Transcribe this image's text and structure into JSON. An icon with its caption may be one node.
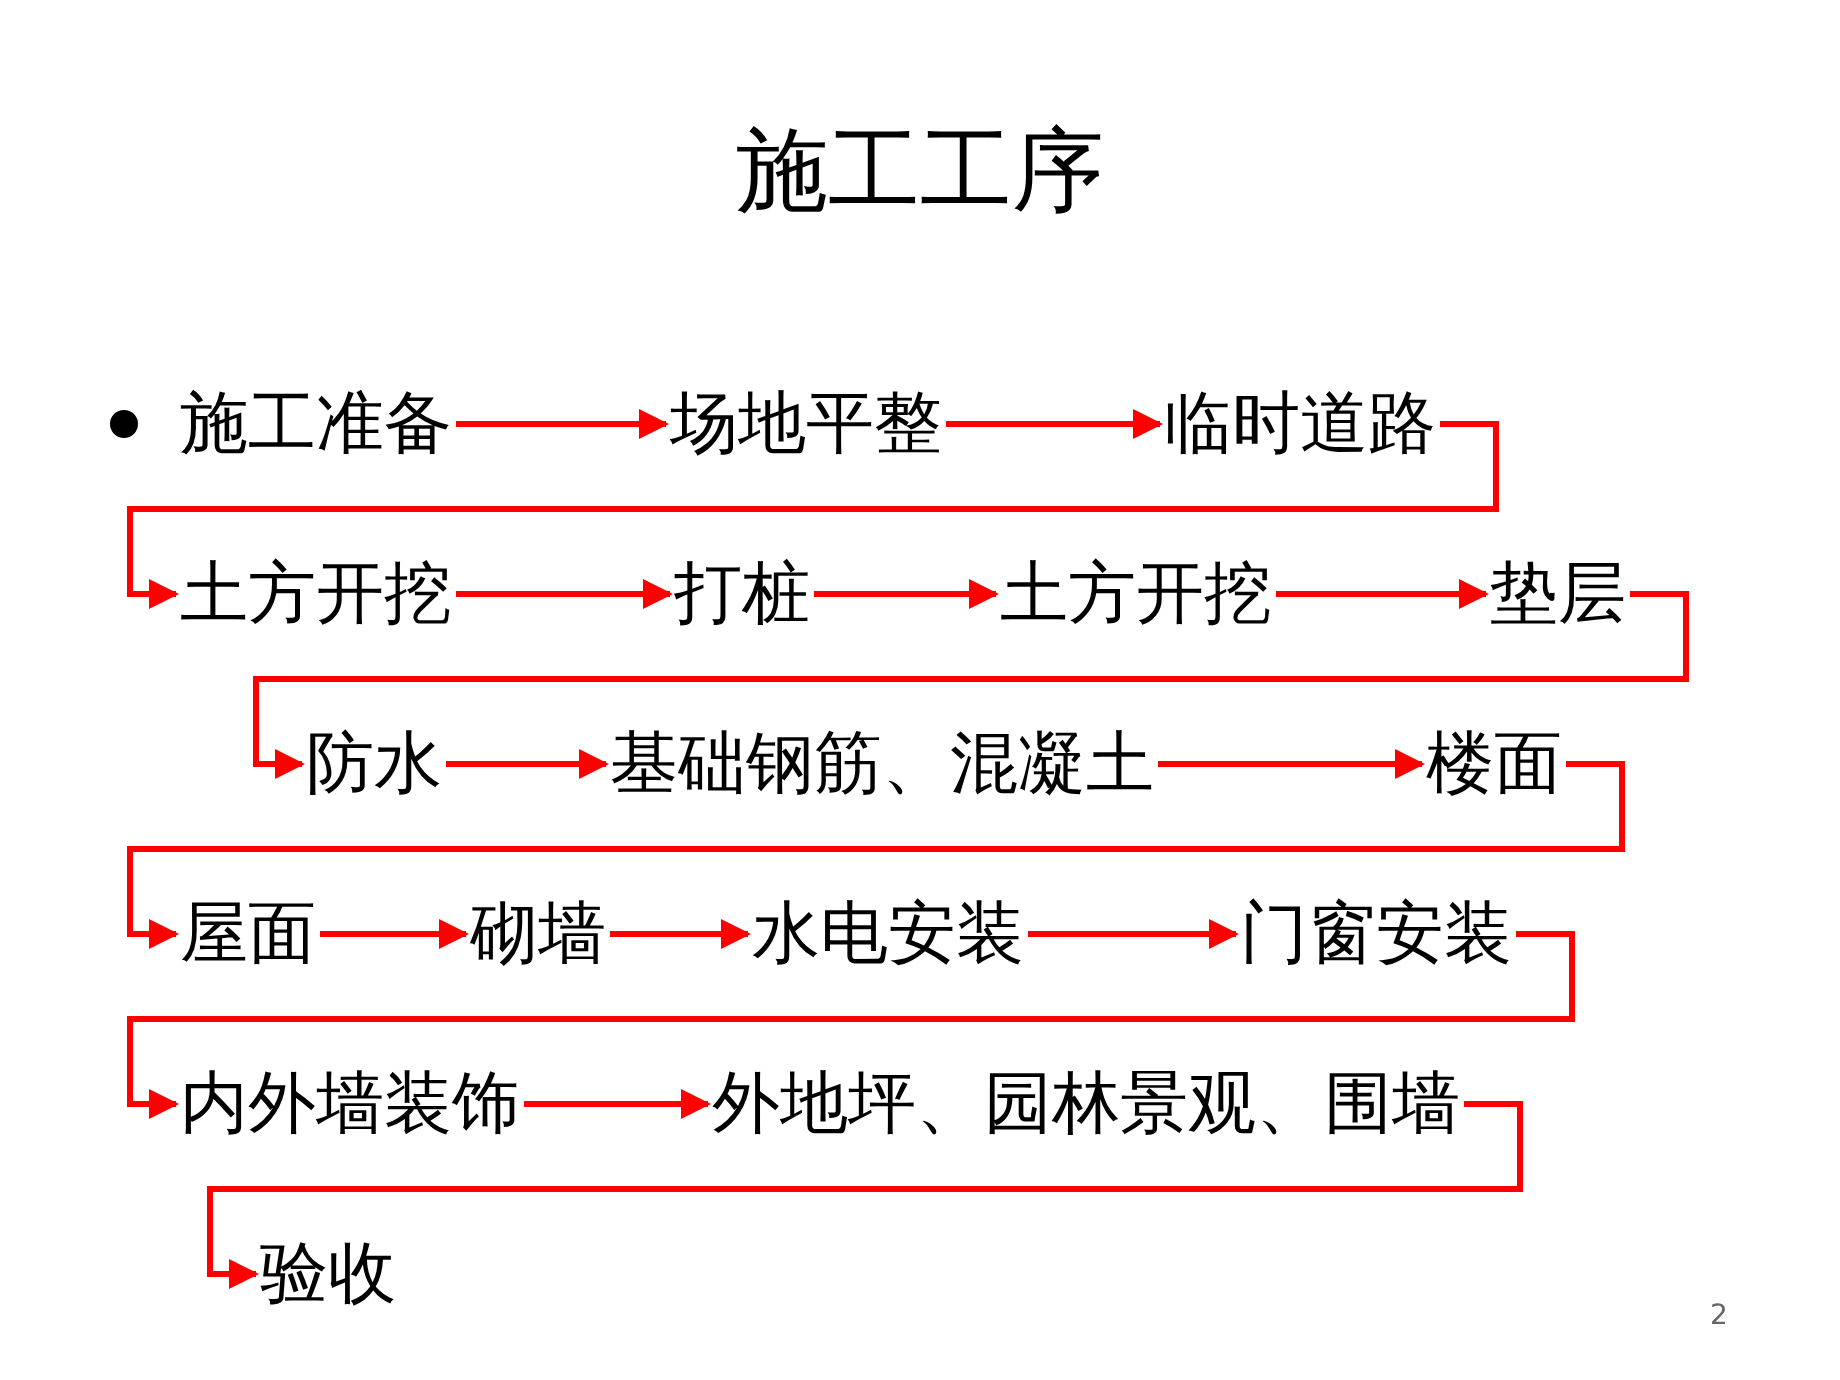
{
  "diagram": {
    "title": "施工工序",
    "nodes": [
      {
        "text": [
          "施工准备"
        ]
      },
      {
        "text": [
          "场地平整"
        ]
      },
      {
        "text": [
          "临时道路"
        ]
      },
      {
        "text": [
          "土方开挖"
        ]
      },
      {
        "text": [
          "打桩"
        ]
      },
      {
        "text": [
          "土方开挖"
        ]
      },
      {
        "text": [
          "垫层"
        ]
      },
      {
        "text": [
          "防水"
        ]
      },
      {
        "text": [
          "基础钢筋、混凝土"
        ]
      },
      {
        "text": [
          "楼面"
        ]
      },
      {
        "text": [
          "屋面"
        ]
      },
      {
        "text": [
          "砌墙"
        ]
      },
      {
        "text": [
          "水电安装"
        ]
      },
      {
        "text": [
          "门窗安装"
        ]
      },
      {
        "text": [
          "内外墙装饰"
        ]
      },
      {
        "text": [
          "外地坪、园林景观、围墙"
        ]
      },
      {
        "text": [
          "验收"
        ]
      }
    ],
    "edges": [
      {
        "from": 0,
        "to": 1,
        "arrow": "to"
      },
      {
        "from": 1,
        "to": 2,
        "arrow": "to"
      },
      {
        "from": 2,
        "to": 3,
        "arrow": "to"
      },
      {
        "from": 3,
        "to": 4,
        "arrow": "to"
      },
      {
        "from": 4,
        "to": 5,
        "arrow": "to"
      },
      {
        "from": 5,
        "to": 6,
        "arrow": "to"
      },
      {
        "from": 6,
        "to": 7,
        "arrow": "to"
      },
      {
        "from": 7,
        "to": 8,
        "arrow": "to"
      },
      {
        "from": 8,
        "to": 9,
        "arrow": "to"
      },
      {
        "from": 9,
        "to": 10,
        "arrow": "to"
      },
      {
        "from": 10,
        "to": 11,
        "arrow": "to"
      },
      {
        "from": 11,
        "to": 12,
        "arrow": "to"
      },
      {
        "from": 12,
        "to": 13,
        "arrow": "to"
      },
      {
        "from": 13,
        "to": 14,
        "arrow": "to"
      },
      {
        "from": 14,
        "to": 15,
        "arrow": "to"
      },
      {
        "from": 15,
        "to": 16,
        "arrow": "to"
      }
    ],
    "labels": [
      "2"
    ]
  }
}
